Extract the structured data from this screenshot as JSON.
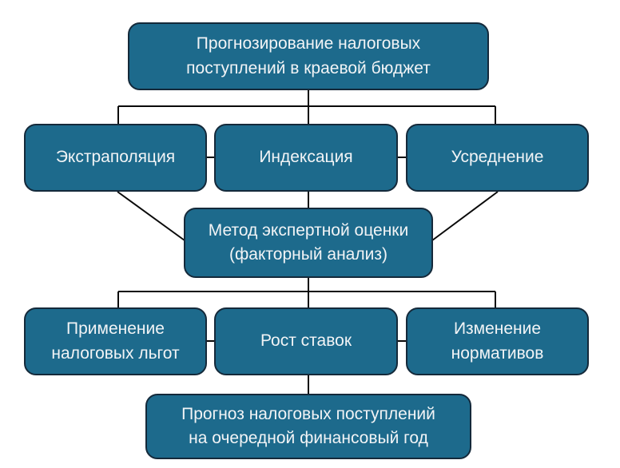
{
  "diagram": {
    "nodes": {
      "root": {
        "label": "Прогнозирование налоговых\nпоступлений в краевой бюджет"
      },
      "extrapolation": {
        "label": "Экстраполяция"
      },
      "indexation": {
        "label": "Индексация"
      },
      "averaging": {
        "label": "Усреднение"
      },
      "expert": {
        "label": "Метод экспертной оценки\n(факторный анализ)"
      },
      "benefits": {
        "label": "Применение\nналоговых льгот"
      },
      "rates": {
        "label": "Рост ставок"
      },
      "standards": {
        "label": "Изменение\nнормативов"
      },
      "forecast": {
        "label": "Прогноз налоговых поступлений\nна очередной финансовый год"
      }
    },
    "edges": [
      {
        "from": "root",
        "to": "extrapolation"
      },
      {
        "from": "root",
        "to": "indexation"
      },
      {
        "from": "root",
        "to": "averaging"
      },
      {
        "from": "extrapolation",
        "to": "indexation"
      },
      {
        "from": "indexation",
        "to": "averaging"
      },
      {
        "from": "extrapolation",
        "to": "expert"
      },
      {
        "from": "indexation",
        "to": "expert"
      },
      {
        "from": "averaging",
        "to": "expert"
      },
      {
        "from": "expert",
        "to": "benefits"
      },
      {
        "from": "expert",
        "to": "rates"
      },
      {
        "from": "expert",
        "to": "standards"
      },
      {
        "from": "benefits",
        "to": "rates"
      },
      {
        "from": "rates",
        "to": "standards"
      },
      {
        "from": "rates",
        "to": "forecast"
      }
    ],
    "colors": {
      "node_fill": "#1D6A8C",
      "node_border": "#14293A",
      "node_text": "#F2F4F6",
      "connector": "#0A0A0A",
      "background": "#FFFFFF"
    }
  }
}
